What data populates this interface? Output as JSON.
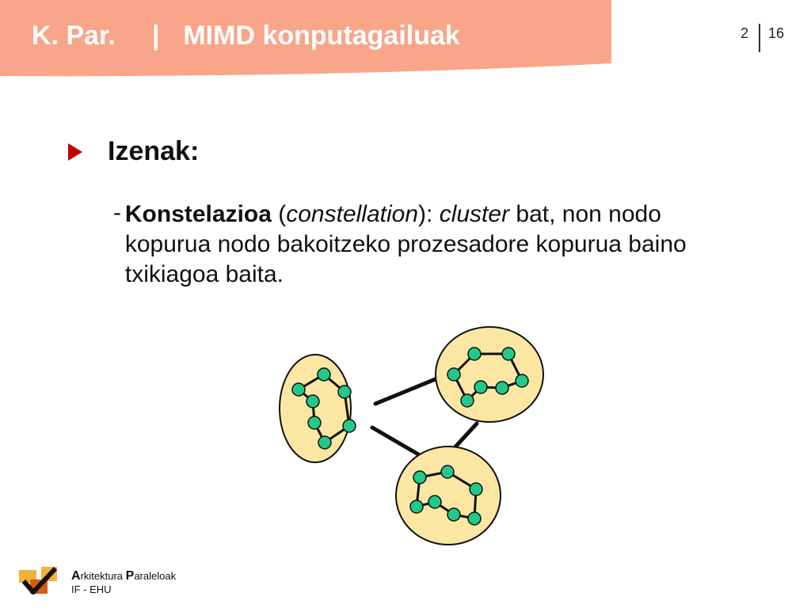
{
  "header": {
    "course": "K. Par.",
    "separator": "|",
    "title": "MIMD konputagailuak",
    "chapter": "2",
    "slide": "16"
  },
  "bullet": {
    "title": "Izenak:"
  },
  "sub_item": {
    "dash": "-",
    "term": "Konstelazioa",
    "open_paren": " (",
    "english_term": "constellation",
    "after_english": "): ",
    "cluster_word": "cluster",
    "rest": " bat, non nodo kopurua nodo bakoitzeko prozesadore kopurua baino txikiagoa baita."
  },
  "footer": {
    "line1_a_cap": "A",
    "line1_a_rest": "rkitektura ",
    "line1_p_cap": "P",
    "line1_p_rest": "araleloak",
    "line2": "IF - EHU"
  },
  "colors": {
    "header_band": "#f8a58a",
    "bullet_arrow": "#c00000",
    "cluster_fill": "#fbe7a3",
    "node_fill": "#22c98a"
  }
}
